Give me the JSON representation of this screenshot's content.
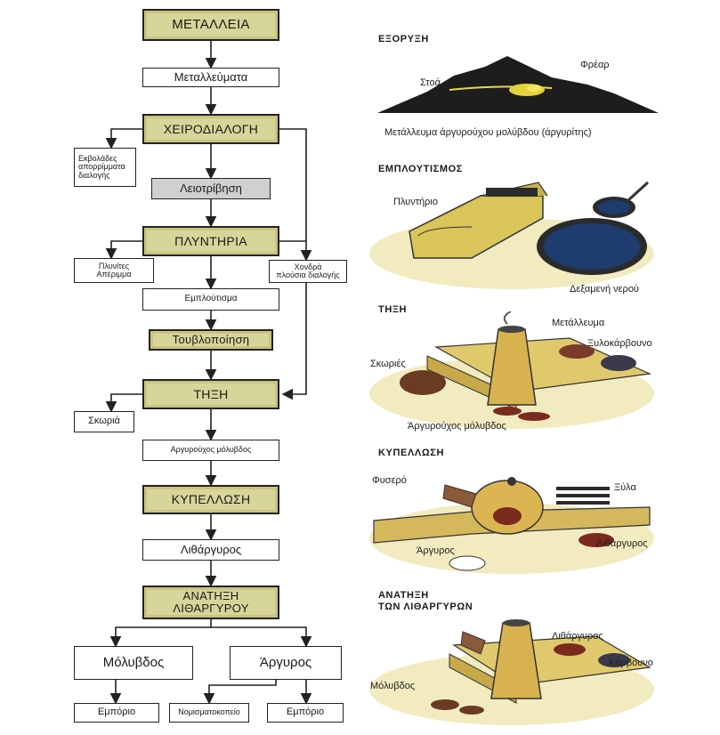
{
  "flow": {
    "metalleia": "ΜΕΤΑΛΛΕΙΑ",
    "metalleumata": "Μεταλλεύματα",
    "xeirodialogi": "ΧΕΙΡΟΔΙΑΛΟΓΗ",
    "ekvolades": "Εκβολάδες\nαπορρίμματα\nδιαλογής",
    "leiotrivisi": "Λειοτρίβηση",
    "plyntiria": "ΠΛΥΝΤΗΡΙΑ",
    "plynites": "Πλυνίτες\nΑπέριμμα",
    "xondra": "Χονδρά\nπλούσια διαλογής",
    "emploutisma": "Εμπλούτισμα",
    "touvlopoiisi": "Τουβλοποίηση",
    "tixi": "ΤΗΞΗ",
    "skoria": "Σκωριά",
    "argyrouxos": "Αργυρούχος μόλυβδος",
    "kypellosi": "ΚΥΠΕΛΛΩΣΗ",
    "lithargyros": "Λιθάργυρος",
    "anatixi": "ΑΝΑΤΗΞΗ\nΛΙΘΑΡΓΥΡΟΥ",
    "molyvdos": "Μόλυβδος",
    "argyros": "Άργυρος",
    "emporio_left": "Εμπόριο",
    "nomismatokopeio": "Νομισματοκοπείο",
    "emporio_right": "Εμπόριο"
  },
  "illustrations": {
    "exoryxi": {
      "heading": "ΕΞΟΡΥΞΗ",
      "labels": {
        "stoa": "Στοά",
        "frear": "Φρέαρ"
      },
      "caption": "Μετάλλευμα άργυρούχου μολύβδου (άργυρίτης)"
    },
    "emploutismos": {
      "heading": "ΕΜΠΛΟΥΤΙΣΜΟΣ",
      "labels": {
        "plyntirio": "Πλυντήριο",
        "dexameni": "Δεξαμενή νερού"
      }
    },
    "tixi": {
      "heading": "ΤΗΞΗ",
      "labels": {
        "metalleuma": "Μετάλλευμα",
        "xylokarvouno": "Ξυλοκάρβουνο",
        "skories": "Σκωριές",
        "argyrouxos": "Άργυρούχος μόλυβδος"
      }
    },
    "kypellosi": {
      "heading": "ΚΥΠΕΛΛΩΣΗ",
      "labels": {
        "fysero": "Φυσερό",
        "xyla": "Ξύλα",
        "argyros": "Άργυρος",
        "lithargyros": "Λιθάργυρος"
      }
    },
    "anatixi": {
      "heading": "ΑΝΑΤΗΞΗ\nΤΩΝ ΛΙΘΑΡΓΥΡΩΝ",
      "labels": {
        "lithargyros": "Λιθάργυρος",
        "karvouno": "Κάρβουνο",
        "molyvdos": "Μόλυβδος"
      }
    }
  }
}
